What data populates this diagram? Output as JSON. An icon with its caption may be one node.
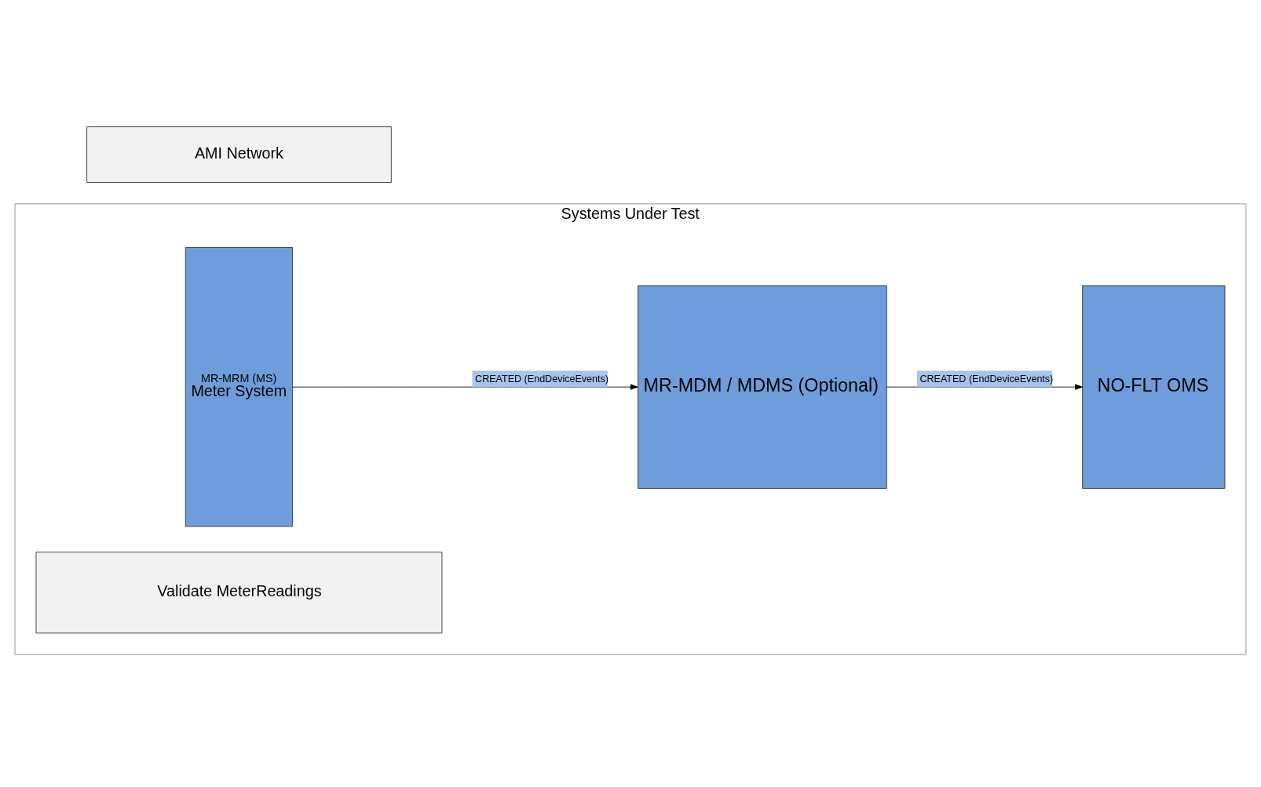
{
  "diagram": {
    "nodes": [
      {
        "text": [
          "Systems Under Test"
        ]
      },
      {
        "text": [
          "MR-MRM (MS)",
          "Meter System"
        ],
        "in": 0
      },
      {
        "text": [
          "Validate MeterReadings"
        ],
        "in": 0
      },
      {
        "text": [
          "MR-MDM / MDMS (Optional)"
        ],
        "in": 0
      },
      {
        "text": [
          "NO-FLT OMS"
        ],
        "in": 0
      },
      {
        "text": [
          "AMI Network"
        ]
      }
    ],
    "edges": [
      {
        "from": 1,
        "to": 3,
        "arrow": "to",
        "label": "CREATED (EndDeviceEvents)"
      },
      {
        "from": 3,
        "to": 4,
        "arrow": "to",
        "label": "CREATED (EndDeviceEvents)"
      }
    ]
  }
}
